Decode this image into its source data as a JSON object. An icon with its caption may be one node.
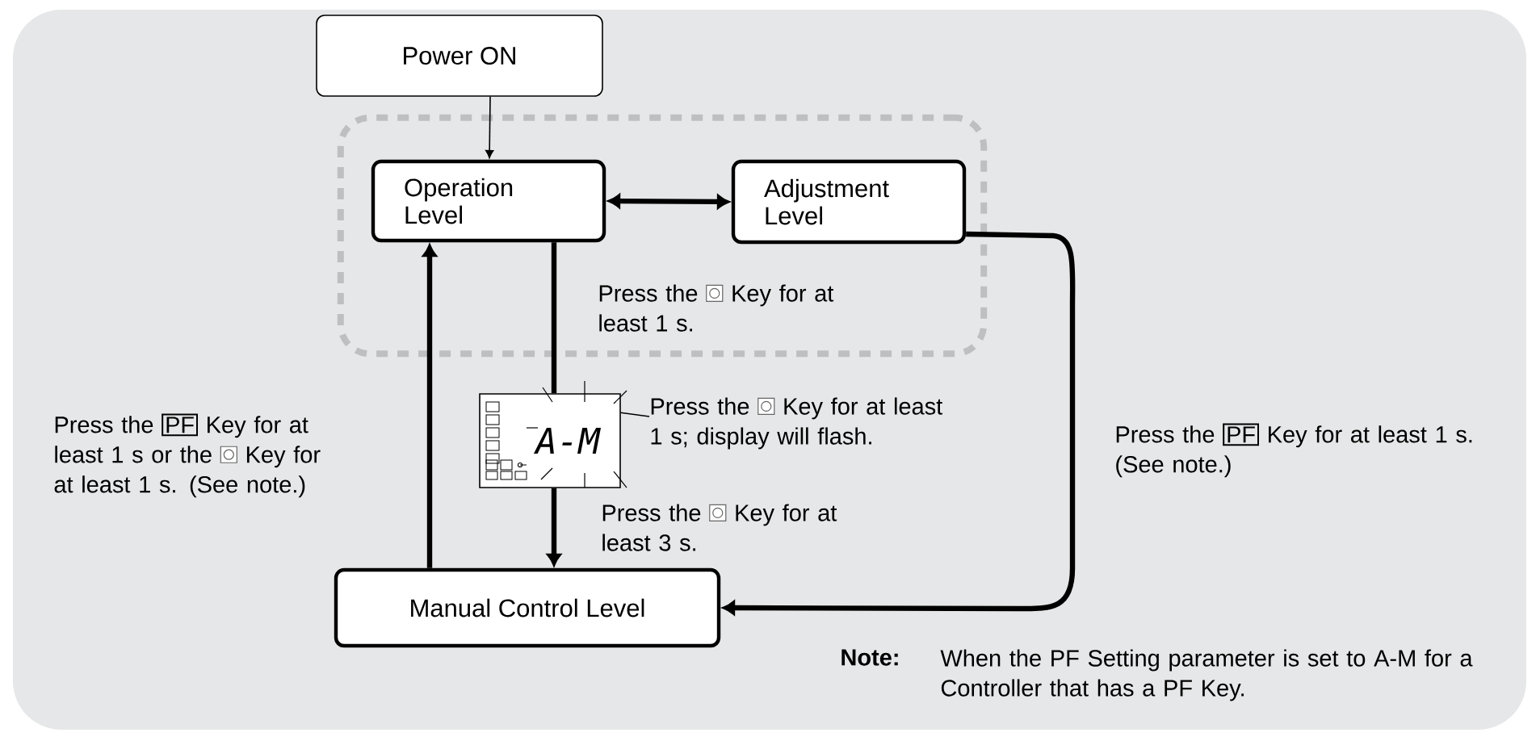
{
  "diagram": {
    "nodes": [
      {
        "text": [
          "Power ON"
        ]
      },
      {
        "text": [],
        "shape": "box"
      },
      {
        "text": [
          "Operation Level"
        ],
        "in": 1
      },
      {
        "text": [
          "Adjustment Level"
        ],
        "in": 1
      },
      {
        "text": [
          "A-M"
        ]
      },
      {
        "text": [
          "Press the",
          "Key for at least 1 s; display will flash."
        ]
      },
      {
        "text": [
          "Manual Control Level"
        ]
      }
    ],
    "edges": [
      {
        "from": 0,
        "to": 2,
        "arrow": "to"
      },
      {
        "from": 2,
        "to": 3,
        "arrow": "both"
      },
      {
        "from": 2,
        "to": 4,
        "arrow": "none"
      },
      {
        "from": 4,
        "to": 6,
        "arrow": "to"
      },
      {
        "from": 6,
        "to": 2,
        "arrow": "to"
      },
      {
        "from": 3,
        "to": 6,
        "arrow": "to"
      },
      {
        "from": 5,
        "to": 4,
        "arrow": "none"
      }
    ],
    "labels": [
      "Press the",
      "Key for at least 1 s.",
      "Press the",
      "Key for at least 3 s.",
      "Press the",
      "PF",
      "Key for at least 1 s or the",
      "Key for at least 1 s. (See note.)",
      "Press the",
      "PF",
      "Key for at least 1 s. (See note.)",
      "Note:",
      "When the PF Setting parameter is set to A-M for a Controller that has a PF Key."
    ]
  }
}
